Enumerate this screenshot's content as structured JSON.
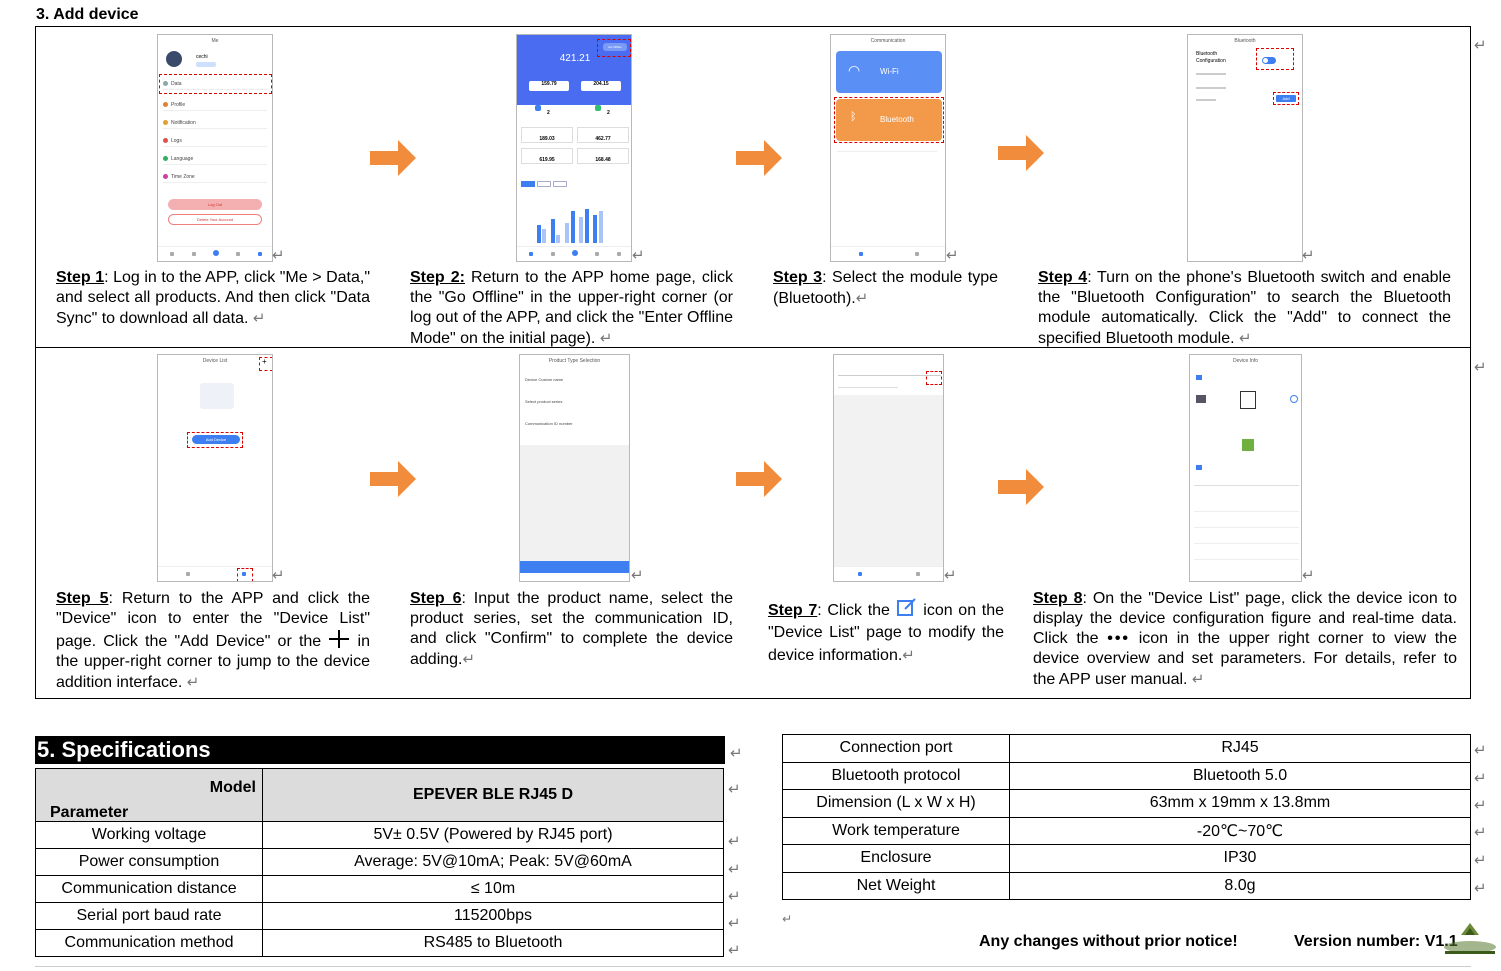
{
  "section3": {
    "title": "3.  Add device"
  },
  "phones": {
    "p1": {
      "header": "Me",
      "username": "cechi",
      "items": [
        "Data",
        "Profile",
        "Notification",
        "Logs",
        "Language",
        "Time Zone"
      ],
      "logout": "Log Out",
      "delete": "Delete Your Account"
    },
    "p2": {
      "value": "421.21",
      "badge": "Go Offline",
      "s1": "159.79",
      "s2": "204.15",
      "n1": "2",
      "n2": "2",
      "c1": "189.03",
      "c2": "462.77",
      "c3": "619.95",
      "c4": "168.48"
    },
    "p3": {
      "header": "Communication",
      "wifi": "Wi-Fi",
      "bt": "Bluetooth"
    },
    "p4": {
      "header": "Bluetooth",
      "label": "Bluetooth Configuration",
      "add": "Add"
    },
    "p5": {
      "header": "Device List",
      "add": "Add Device"
    },
    "p6": {
      "header": "Product Type Selection",
      "field1": "Device Custom name",
      "field2": "Select product series",
      "field3": "Communication ID number"
    },
    "p8": {
      "header": "Device Info"
    }
  },
  "steps": [
    {
      "label": "Step 1",
      "text": ": Log in to the APP, click \"Me > Data,\" and select all products. And then click \"Data Sync\" to download all data."
    },
    {
      "label": "Step 2:",
      "text": " Return to the APP home page, click the \"Go Offline\" in the upper-right corner (or log out of the APP, and click the \"Enter Offline Mode\" on the initial page)."
    },
    {
      "label": "Step 3",
      "text": ": Select the module type (Bluetooth)."
    },
    {
      "label": "Step 4",
      "text": ": Turn on the phone's Bluetooth switch and enable the \"Bluetooth Configuration\" to search the Bluetooth module automatically. Click the \"Add\" to connect the specified Bluetooth module."
    },
    {
      "label": "Step 5",
      "text1": ": Return to the APP and click the \"Device\" icon to enter the \"Device List\" page. Click the \"Add Device\" or the",
      "text2": "in the upper-right corner to jump to the device addition interface."
    },
    {
      "label": "Step 6",
      "text": ": Input the product name, select the product series, set the communication ID, and click \"Confirm\" to complete the device adding."
    },
    {
      "label": "Step 7",
      "text1": ": Click the",
      "text2": "icon on the \"Device List\" page to modify the device information."
    },
    {
      "label": "Step 8",
      "text1": ": On the \"Device List\" page, click the device icon to display the device configuration figure and real-time data. Click the",
      "text2": "icon in the upper right corner to view the device overview and set parameters. For details, refer to the APP user manual."
    }
  ],
  "specs": {
    "title": "5. Specifications",
    "header_model": "Model",
    "header_parameter": "Parameter",
    "model_name": "EPEVER BLE RJ45 D",
    "left_rows": [
      {
        "param": "Working voltage",
        "value": "5V± 0.5V (Powered by RJ45 port)"
      },
      {
        "param": "Power consumption",
        "value": "Average: 5V@10mA; Peak: 5V@60mA"
      },
      {
        "param": "Communication distance",
        "value": "≤ 10m"
      },
      {
        "param": "Serial port baud rate",
        "value": "115200bps"
      },
      {
        "param": "Communication method",
        "value": "RS485 to Bluetooth"
      }
    ],
    "right_rows": [
      {
        "param": "Connection port",
        "value": "RJ45"
      },
      {
        "param": "Bluetooth protocol",
        "value": "Bluetooth 5.0"
      },
      {
        "param": "Dimension (L x W x H)",
        "value": "63mm x 19mm x 13.8mm"
      },
      {
        "param": "Work temperature",
        "value": "-20℃~70℃"
      },
      {
        "param": "Enclosure",
        "value": "IP30"
      },
      {
        "param": "Net Weight",
        "value": "8.0g"
      }
    ]
  },
  "footer": {
    "notice": "Any changes without prior notice!",
    "version": "Version number: V1.1"
  },
  "colors": {
    "arrow": "#f08c3c",
    "blue": "#3d7ff0",
    "orange": "#f29a4a",
    "red": "#dd0000"
  }
}
